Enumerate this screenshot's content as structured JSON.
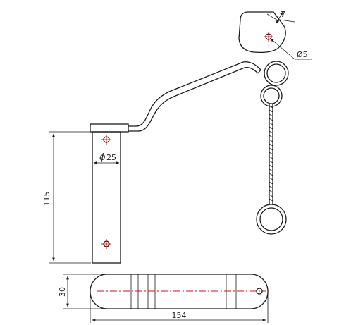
{
  "dimensions": {
    "height": "115",
    "diameter_symbol": "ϕ",
    "diameter_value": "25",
    "length": "154",
    "width": "30",
    "hole_diameter": "Ø5",
    "edge_offset": "7"
  },
  "colors": {
    "line": "#1a1a1a",
    "centerline": "#d01010",
    "background": "#ffffff"
  }
}
